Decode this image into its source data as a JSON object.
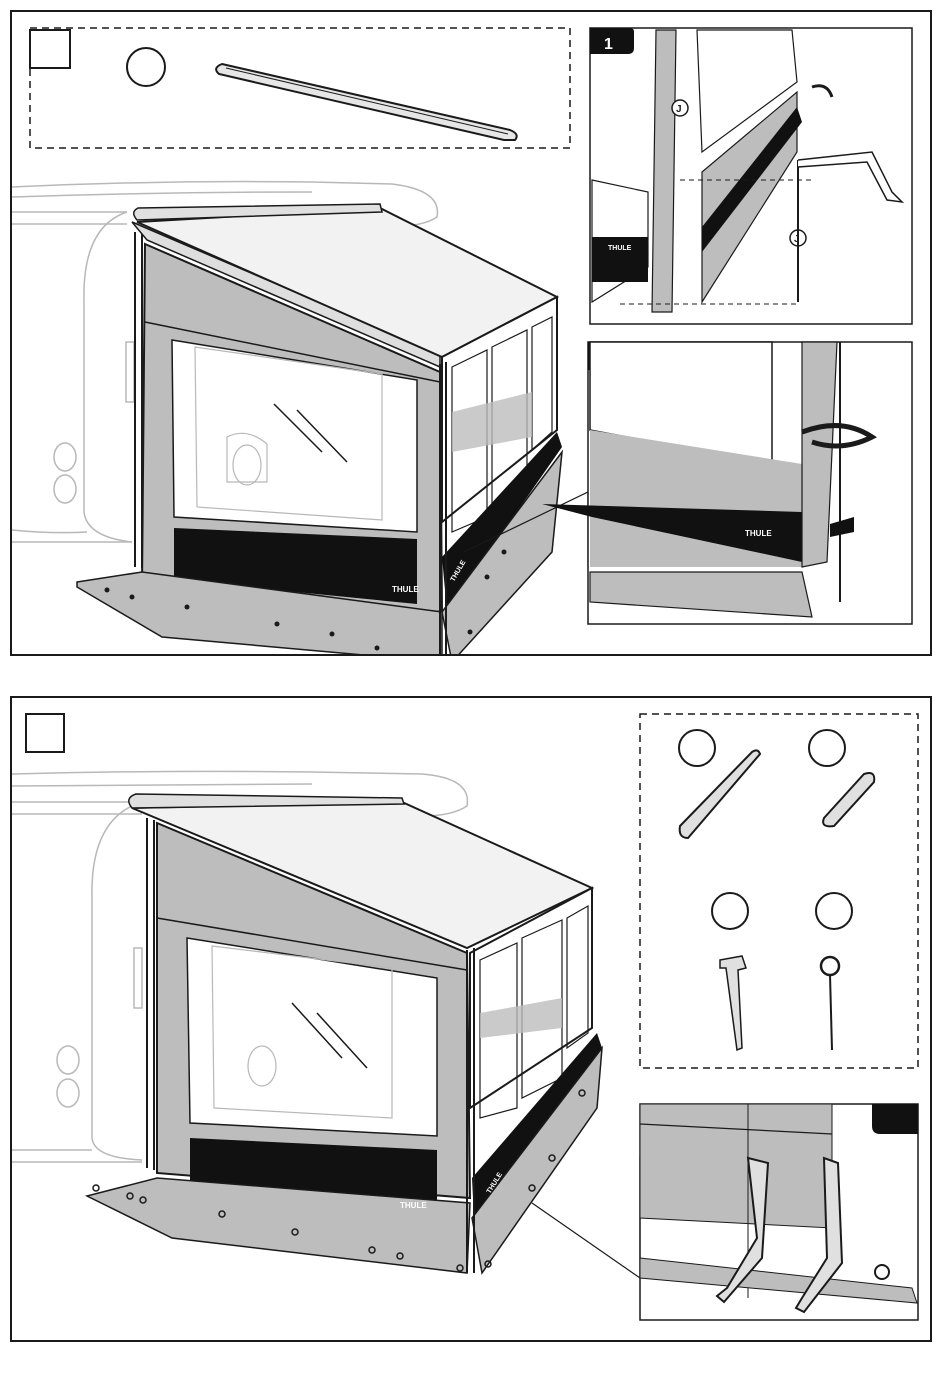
{
  "panel_top": {
    "detail_1": {
      "step_number": "1",
      "letter_callout_1": "J",
      "letter_callout_2": "J"
    },
    "brand_on_inset": "THULE",
    "brand_on_tent": "THULE",
    "brand_on_side": "THULE",
    "brand_on_detail_2": "THULE"
  },
  "panel_bottom": {
    "brand_on_tent": "THULE",
    "brand_on_side": "THULE"
  },
  "colors": {
    "tent_gray": "#bdbdbd",
    "strip": "#111111",
    "line": "#1a1a1a",
    "outline_light": "#b0b0b0"
  }
}
